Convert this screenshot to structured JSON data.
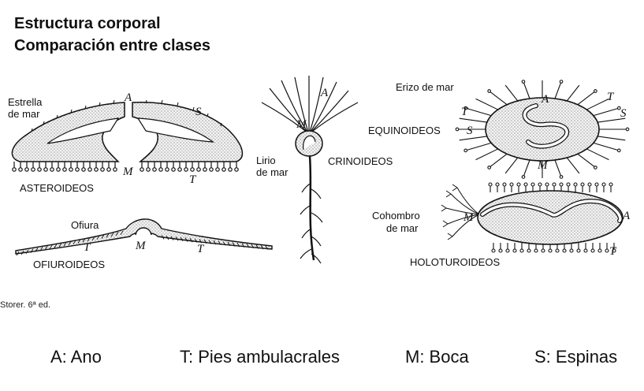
{
  "titles": {
    "line1": "Estructura corporal",
    "line2": "Comparación entre clases"
  },
  "diagram": {
    "starfish": {
      "name1": "Estrella",
      "name2": "de mar",
      "cls": "ASTEROIDEOS"
    },
    "brittle": {
      "name": "Ofiura",
      "cls": "OFIUROIDEOS"
    },
    "crinoid": {
      "name1": "Lirio",
      "name2": "de mar",
      "cls": "CRINOIDEOS"
    },
    "urchin": {
      "name": "Erizo de mar",
      "cls": "EQUINOIDEOS"
    },
    "cucumber": {
      "name1": "Cohombro",
      "name2": "de mar",
      "cls": "HOLOTUROIDEOS"
    },
    "letters": {
      "a": "A",
      "s": "S",
      "m": "M",
      "t": "T"
    }
  },
  "credit": "Storer. 6ª ed.",
  "legend": {
    "a": "A: Ano",
    "t": "T: Pies ambulacrales",
    "m": "M: Boca",
    "s": "S: Espinas"
  },
  "colors": {
    "ink": "#111111",
    "stipple": "#dcdcdc"
  }
}
